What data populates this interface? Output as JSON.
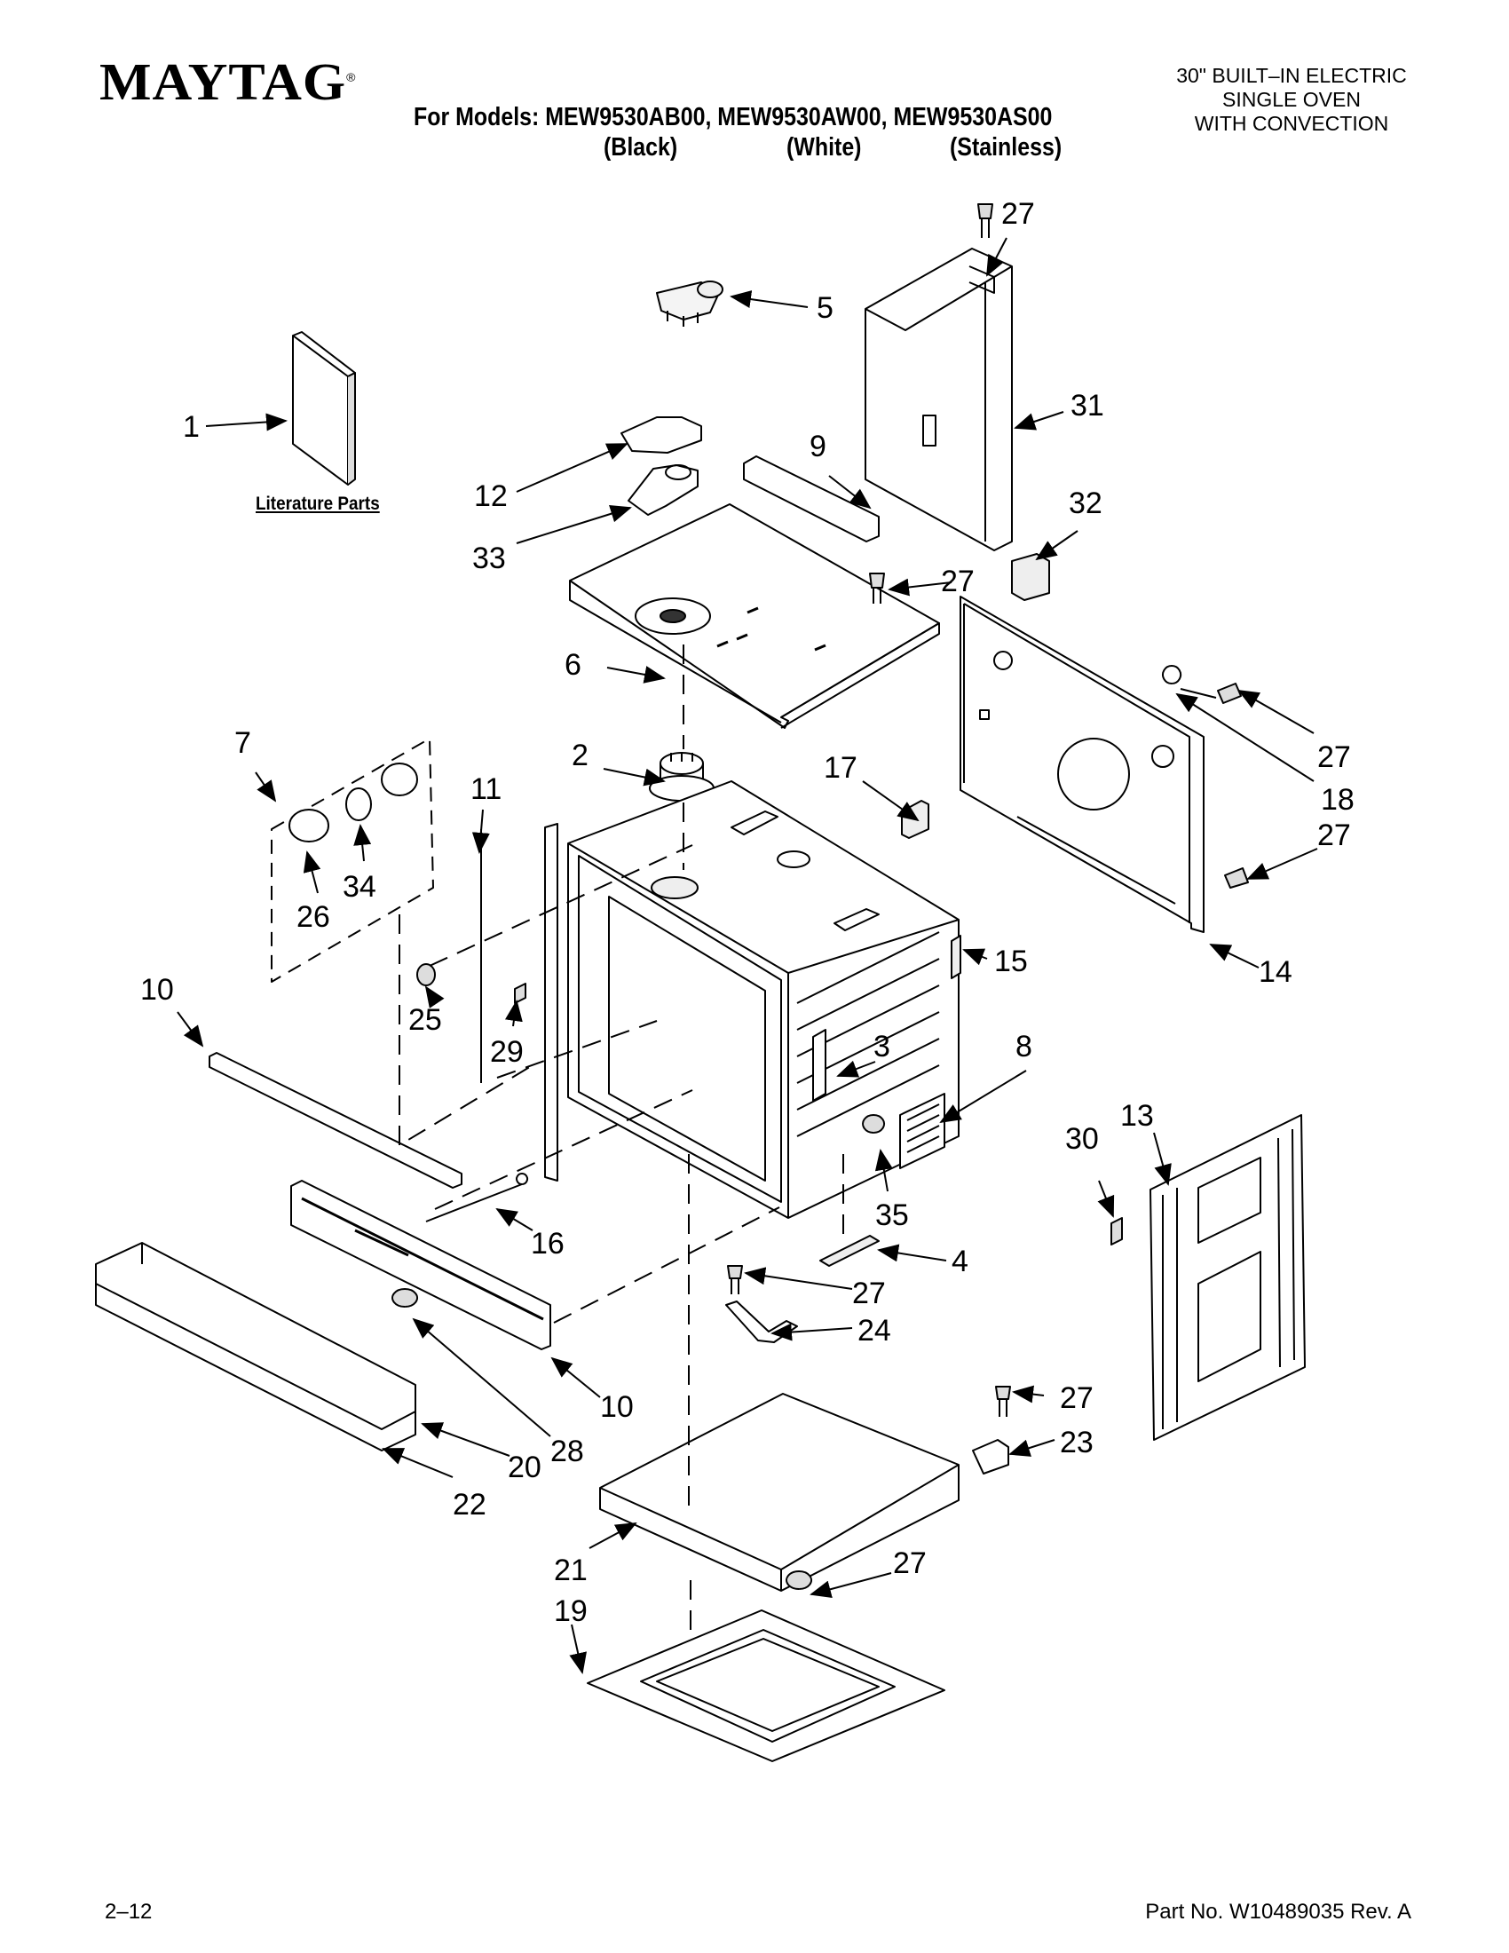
{
  "header": {
    "brand": "MAYTAG",
    "brand_mark": "®",
    "models_line": "For Models: MEW9530AB00, MEW9530AW00, MEW9530AS00",
    "finishes": [
      "(Black)",
      "(White)",
      "(Stainless)"
    ],
    "product_type": [
      "30\" BUILT–IN ELECTRIC",
      "SINGLE OVEN",
      "WITH CONVECTION"
    ]
  },
  "diagram": {
    "literature_caption": "Literature Parts",
    "callouts": [
      "27",
      "5",
      "1",
      "31",
      "12",
      "9",
      "32",
      "33",
      "27",
      "6",
      "27",
      "18",
      "7",
      "2",
      "17",
      "27",
      "11",
      "34",
      "26",
      "25",
      "10",
      "29",
      "15",
      "14",
      "3",
      "8",
      "13",
      "30",
      "35",
      "16",
      "4",
      "27",
      "24",
      "10",
      "27",
      "28",
      "20",
      "23",
      "22",
      "21",
      "27",
      "19"
    ]
  },
  "footer": {
    "page_number": "2–12",
    "part_number": "Part No. W10489035 Rev. A"
  }
}
